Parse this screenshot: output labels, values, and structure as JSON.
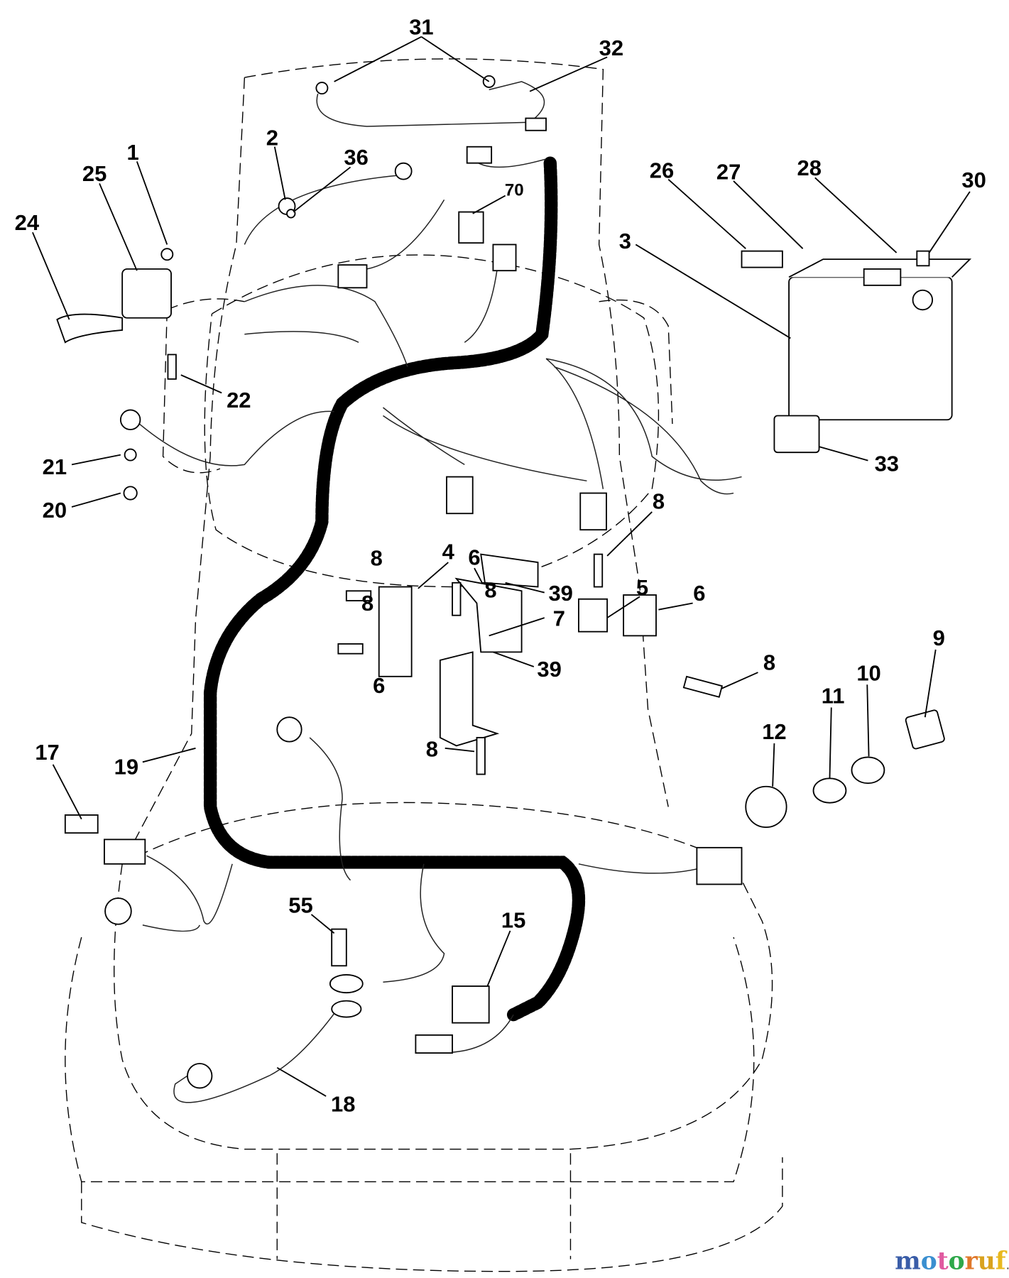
{
  "diagram": {
    "callouts": [
      "31",
      "32",
      "2",
      "36",
      "1",
      "25",
      "24",
      "70",
      "26",
      "27",
      "28",
      "30",
      "3",
      "22",
      "21",
      "20",
      "33",
      "8",
      "4",
      "6",
      "8",
      "8",
      "8",
      "39",
      "7",
      "5",
      "6",
      "39",
      "6",
      "8",
      "9",
      "10",
      "11",
      "12",
      "8",
      "17",
      "19",
      "55",
      "15",
      "18"
    ],
    "watermark": {
      "text": "motoruf",
      "suffix": ".de"
    }
  }
}
